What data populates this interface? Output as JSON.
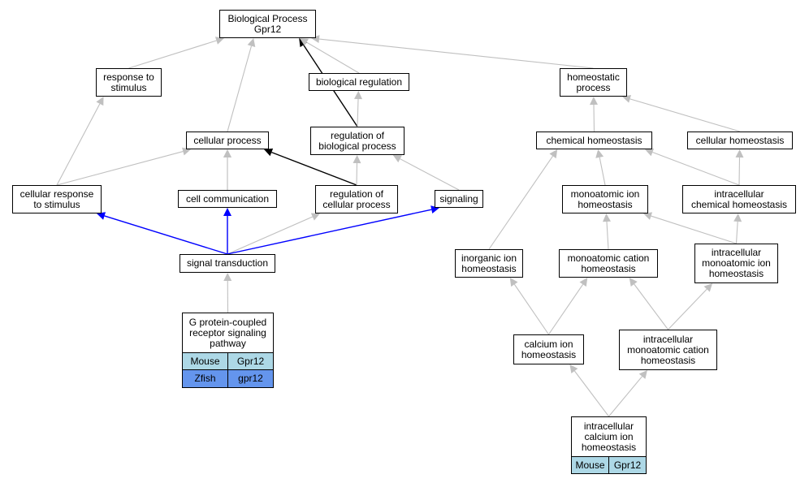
{
  "colors": {
    "node_border": "#000000",
    "edge_default": "#c0c0c0",
    "edge_highlight_black": "#000000",
    "edge_highlight_blue": "#0000ff",
    "species_mouse": "#add8e6",
    "species_zfish": "#6495ed"
  },
  "nodes": {
    "bp_root": "Biological Process\nGpr12",
    "response_to_stimulus": "response to\nstimulus",
    "biological_regulation": "biological regulation",
    "homeostatic_process": "homeostatic\nprocess",
    "cellular_process": "cellular process",
    "regulation_of_biological_process": "regulation of\nbiological process",
    "chemical_homeostasis": "chemical homeostasis",
    "cellular_homeostasis": "cellular homeostasis",
    "cellular_response_to_stimulus": "cellular response\nto stimulus",
    "cell_communication": "cell communication",
    "regulation_of_cellular_process": "regulation of\ncellular process",
    "signaling": "signaling",
    "monoatomic_ion_homeostasis": "monoatomic ion\nhomeostasis",
    "intracellular_chemical_homeostasis": "intracellular\nchemical homeostasis",
    "signal_transduction": "signal transduction",
    "inorganic_ion_homeostasis": "inorganic ion\nhomeostasis",
    "monoatomic_cation_homeostasis": "monoatomic cation\nhomeostasis",
    "intracellular_monoatomic_ion_homeostasis": "intracellular\nmonoatomic ion\nhomeostasis",
    "calcium_ion_homeostasis": "calcium ion\nhomeostasis",
    "intracellular_monoatomic_cation_homeostasis": "intracellular\nmonoatomic cation\nhomeostasis"
  },
  "annotated": {
    "gpcr_pathway": {
      "title": "G protein-coupled\nreceptor signaling\npathway",
      "rows": [
        {
          "species": "Mouse",
          "gene": "Gpr12",
          "color": "#add8e6"
        },
        {
          "species": "Zfish",
          "gene": "gpr12",
          "color": "#6495ed"
        }
      ]
    },
    "intracellular_calcium": {
      "title": "intracellular\ncalcium ion\nhomeostasis",
      "rows": [
        {
          "species": "Mouse",
          "gene": "Gpr12",
          "color": "#add8e6"
        }
      ]
    }
  },
  "edges": [
    {
      "from": "response_to_stimulus",
      "to": "bp_root",
      "style": "default"
    },
    {
      "from": "cellular_process",
      "to": "bp_root",
      "style": "default"
    },
    {
      "from": "regulation_of_biological_process",
      "to": "bp_root",
      "style": "black"
    },
    {
      "from": "biological_regulation",
      "to": "bp_root",
      "style": "default"
    },
    {
      "from": "homeostatic_process",
      "to": "bp_root",
      "style": "default"
    },
    {
      "from": "regulation_of_biological_process",
      "to": "biological_regulation",
      "style": "default"
    },
    {
      "from": "chemical_homeostasis",
      "to": "homeostatic_process",
      "style": "default"
    },
    {
      "from": "cellular_homeostasis",
      "to": "homeostatic_process",
      "style": "default"
    },
    {
      "from": "cellular_response_to_stimulus",
      "to": "response_to_stimulus",
      "style": "default"
    },
    {
      "from": "cellular_response_to_stimulus",
      "to": "cellular_process",
      "style": "default"
    },
    {
      "from": "cell_communication",
      "to": "cellular_process",
      "style": "default"
    },
    {
      "from": "regulation_of_cellular_process",
      "to": "cellular_process",
      "style": "black"
    },
    {
      "from": "signal_transduction",
      "to": "cellular_process",
      "style": "default"
    },
    {
      "from": "regulation_of_cellular_process",
      "to": "regulation_of_biological_process",
      "style": "default"
    },
    {
      "from": "signaling",
      "to": "regulation_of_biological_process",
      "style": "default"
    },
    {
      "from": "signal_transduction",
      "to": "cellular_response_to_stimulus",
      "style": "blue"
    },
    {
      "from": "signal_transduction",
      "to": "cell_communication",
      "style": "blue"
    },
    {
      "from": "signal_transduction",
      "to": "regulation_of_cellular_process",
      "style": "default"
    },
    {
      "from": "signal_transduction",
      "to": "signaling",
      "style": "blue"
    },
    {
      "from": "gpcr_pathway",
      "to": "signal_transduction",
      "style": "default"
    },
    {
      "from": "monoatomic_ion_homeostasis",
      "to": "chemical_homeostasis",
      "style": "default"
    },
    {
      "from": "inorganic_ion_homeostasis",
      "to": "chemical_homeostasis",
      "style": "default"
    },
    {
      "from": "intracellular_chemical_homeostasis",
      "to": "chemical_homeostasis",
      "style": "default"
    },
    {
      "from": "intracellular_chemical_homeostasis",
      "to": "cellular_homeostasis",
      "style": "default"
    },
    {
      "from": "monoatomic_cation_homeostasis",
      "to": "monoatomic_ion_homeostasis",
      "style": "default"
    },
    {
      "from": "intracellular_monoatomic_ion_homeostasis",
      "to": "monoatomic_ion_homeostasis",
      "style": "default"
    },
    {
      "from": "intracellular_monoatomic_ion_homeostasis",
      "to": "intracellular_chemical_homeostasis",
      "style": "default"
    },
    {
      "from": "calcium_ion_homeostasis",
      "to": "inorganic_ion_homeostasis",
      "style": "default"
    },
    {
      "from": "calcium_ion_homeostasis",
      "to": "monoatomic_cation_homeostasis",
      "style": "default"
    },
    {
      "from": "intracellular_monoatomic_cation_homeostasis",
      "to": "monoatomic_cation_homeostasis",
      "style": "default"
    },
    {
      "from": "intracellular_monoatomic_cation_homeostasis",
      "to": "intracellular_monoatomic_ion_homeostasis",
      "style": "default"
    },
    {
      "from": "intracellular_calcium",
      "to": "calcium_ion_homeostasis",
      "style": "default"
    },
    {
      "from": "intracellular_calcium",
      "to": "intracellular_monoatomic_cation_homeostasis",
      "style": "default"
    }
  ]
}
